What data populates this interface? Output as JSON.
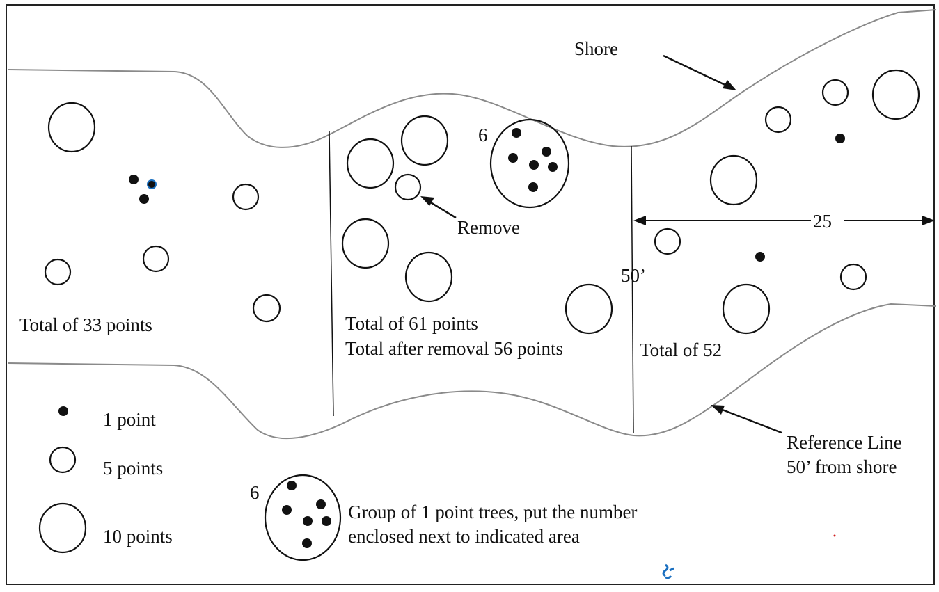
{
  "labels": {
    "shore": "Shore",
    "remove": "Remove",
    "dim_width": "25",
    "dim_depth": "50’",
    "reference_line_1": "Reference Line",
    "reference_line_2": "50’ from shore",
    "group_count_in_plot": "6",
    "group_count_in_legend": "6"
  },
  "sections": [
    {
      "total_line_1": "Total of 33 points",
      "total_line_2": ""
    },
    {
      "total_line_1": "Total of 61 points",
      "total_line_2": "Total after removal 56 points"
    },
    {
      "total_line_1": "Total of 52",
      "total_line_2": ""
    }
  ],
  "legend": {
    "one_point": "1 point",
    "five_points": "5 points",
    "ten_points": "10 points",
    "group_line_1": "Group of 1 point trees, put the number",
    "group_line_2": "enclosed next to indicated area"
  },
  "colors": {
    "ink": "#111111",
    "shoreline": "#8a8a8a",
    "border": "#222222"
  }
}
